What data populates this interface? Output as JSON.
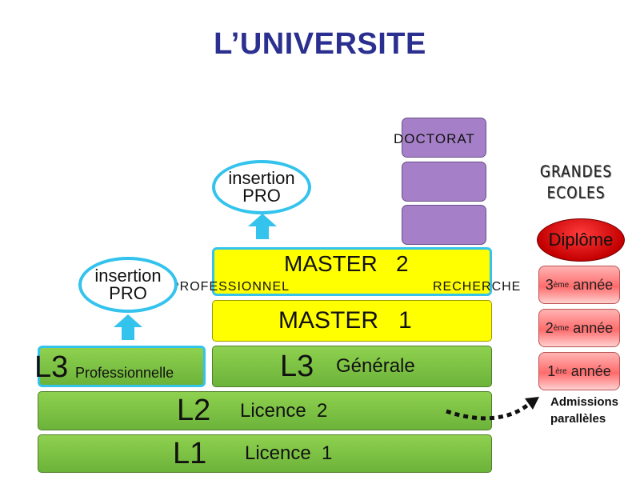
{
  "title": "L’UNIVERSITE",
  "levels": {
    "l1": {
      "code": "L1",
      "label": "Licence  1"
    },
    "l2": {
      "code": "L2",
      "label": "Licence  2"
    },
    "l3_gen": {
      "code": "L3",
      "label": "Générale"
    },
    "l3_pro": {
      "code": "L3",
      "label": "Professionnelle"
    },
    "master1": "MASTER   1",
    "master2": "MASTER   2",
    "professionnel": "PROFESSIONNEL",
    "recherche": "RECHERCHE",
    "doctorat": "DOCTORAT"
  },
  "insertion": [
    {
      "line1": "insertion",
      "line2": "PRO"
    },
    {
      "line1": "insertion",
      "line2": "PRO"
    }
  ],
  "grandes_ecoles": {
    "title_line1": "GRANDES",
    "title_line2": "ECOLES",
    "diplome": "Diplôme",
    "years": [
      {
        "num": "3",
        "sup": "ème",
        "label": " année"
      },
      {
        "num": "2",
        "sup": "ème",
        "label": " année"
      },
      {
        "num": "1",
        "sup": "ère",
        "label": " année"
      }
    ]
  },
  "admissions": {
    "line1": "Admissions",
    "line2": "parallèles"
  },
  "colors": {
    "green": "#7cc444",
    "yellow": "#ffff00",
    "cyan": "#33c3ec",
    "purple": "#a580c8",
    "red": "#ff6b6b",
    "title": "#2b2f8f"
  }
}
